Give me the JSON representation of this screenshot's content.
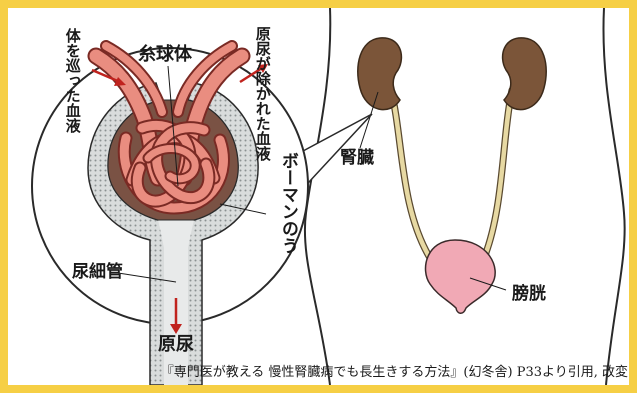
{
  "labels": {
    "glomerulus": "糸球体",
    "blood_in": "体を巡った血液",
    "blood_out": "原尿が除かれた血液",
    "bowman": "ボーマンのう",
    "tubule": "尿細管",
    "primary_urine": "原尿",
    "kidney": "腎臓",
    "bladder": "膀胱"
  },
  "caption": "『専門医が教える 慢性腎臓病でも長生きする方法』(幻冬舎) P33より引用, 改変",
  "colors": {
    "frame": "#f6cf45",
    "vessel": "#e98d80",
    "vessel_outline": "#7a2a24",
    "kidney": "#7b5539",
    "bladder": "#f1a9b5",
    "ureter": "#e7d9a3",
    "arrow": "#c0231e",
    "capsule": "#b1b7b8"
  }
}
